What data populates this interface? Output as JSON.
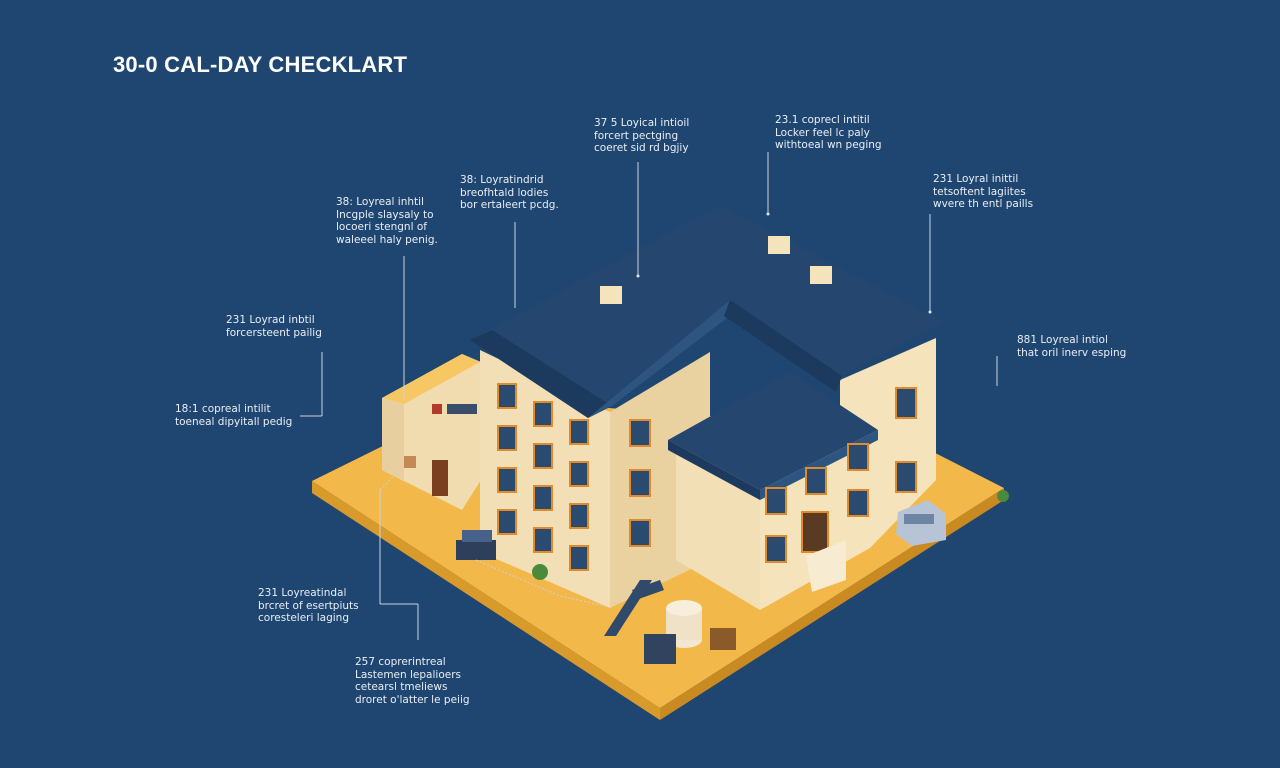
{
  "title": "30-0 CAL-DAY CHECKLART",
  "colors": {
    "background": "#1f4670",
    "platform": "#f3b84a",
    "roof": "#24466f",
    "wall": "#f4e3bb",
    "window_frame": "#e08a2c"
  },
  "callouts": [
    {
      "id": "c1",
      "lines": [
        "37 5 Loyical intioil",
        "forcert pectging",
        "coeret sid rd bgjiy"
      ]
    },
    {
      "id": "c2",
      "lines": [
        "23.1 coprecl intitil",
        "Locker feel lc paly",
        "withtoeal wn peging"
      ]
    },
    {
      "id": "c3",
      "lines": [
        "38: Loyratindrid",
        "breofhtald lodies",
        "bor ertaleert pcdg."
      ]
    },
    {
      "id": "c4",
      "lines": [
        "38: Loyreal inhtil",
        "Incgple slaysaly to",
        "locoeri stengnl of",
        "waleeel haly penig."
      ]
    },
    {
      "id": "c5",
      "lines": [
        "231 Loyral inittil",
        "tetsoftent lagiites",
        "wvere th entl paills"
      ]
    },
    {
      "id": "c6",
      "lines": [
        "231 Loyrad inbtil",
        "forcersteent pailig"
      ]
    },
    {
      "id": "c7",
      "lines": [
        "881 Loyreal intiol",
        "that oril inerv esping"
      ]
    },
    {
      "id": "c8",
      "lines": [
        "18:1 copreal intilit",
        "toeneal dipyitall pedig"
      ]
    },
    {
      "id": "c9",
      "lines": [
        "231 Loyreatindal",
        "brcret of esertpiuts",
        "coresteleri laging"
      ]
    },
    {
      "id": "c10",
      "lines": [
        "257 coprerintreal",
        "Lastemen lepalioers",
        "cetearsl tmeliews",
        "droret o'latter le peiig"
      ]
    }
  ]
}
